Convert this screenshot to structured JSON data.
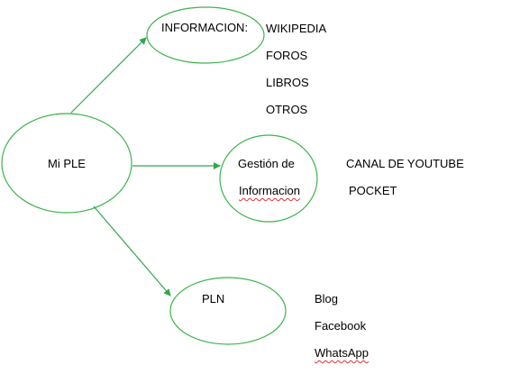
{
  "colors": {
    "node_stroke": "#3cb34a",
    "arrow_stroke": "#2fa84f",
    "text": "#000000",
    "spellcheck_underline": "#e03030"
  },
  "center_node": {
    "label": "Mi PLE"
  },
  "nodes": [
    {
      "label": "INFORMACION:",
      "items": [
        "WIKIPEDIA",
        "FOROS",
        "LIBROS",
        "OTROS"
      ]
    },
    {
      "label_line1": "Gestión de",
      "label_line2": "Informacion",
      "items": [
        "CANAL DE YOUTUBE",
        "POCKET"
      ]
    },
    {
      "label": "PLN",
      "items": [
        "Blog",
        "Facebook",
        "WhatsApp"
      ]
    }
  ]
}
